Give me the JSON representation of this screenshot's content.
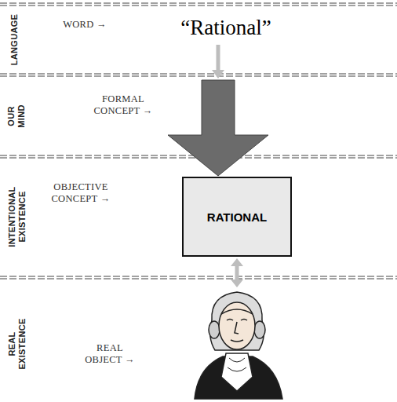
{
  "diagram": {
    "nodes": [
      {
        "text": [
          "RATIONAL"
        ]
      }
    ],
    "labels": [
      "LANGUAGE",
      "WORD →",
      "“Rational”",
      "OUR MIND",
      "FORMAL CONCEPT →",
      "INTENTIONAL EXISTENCE",
      "OBJECTIVE CONCEPT →",
      "REAL EXISTENCE",
      "REAL OBJECT →"
    ]
  }
}
